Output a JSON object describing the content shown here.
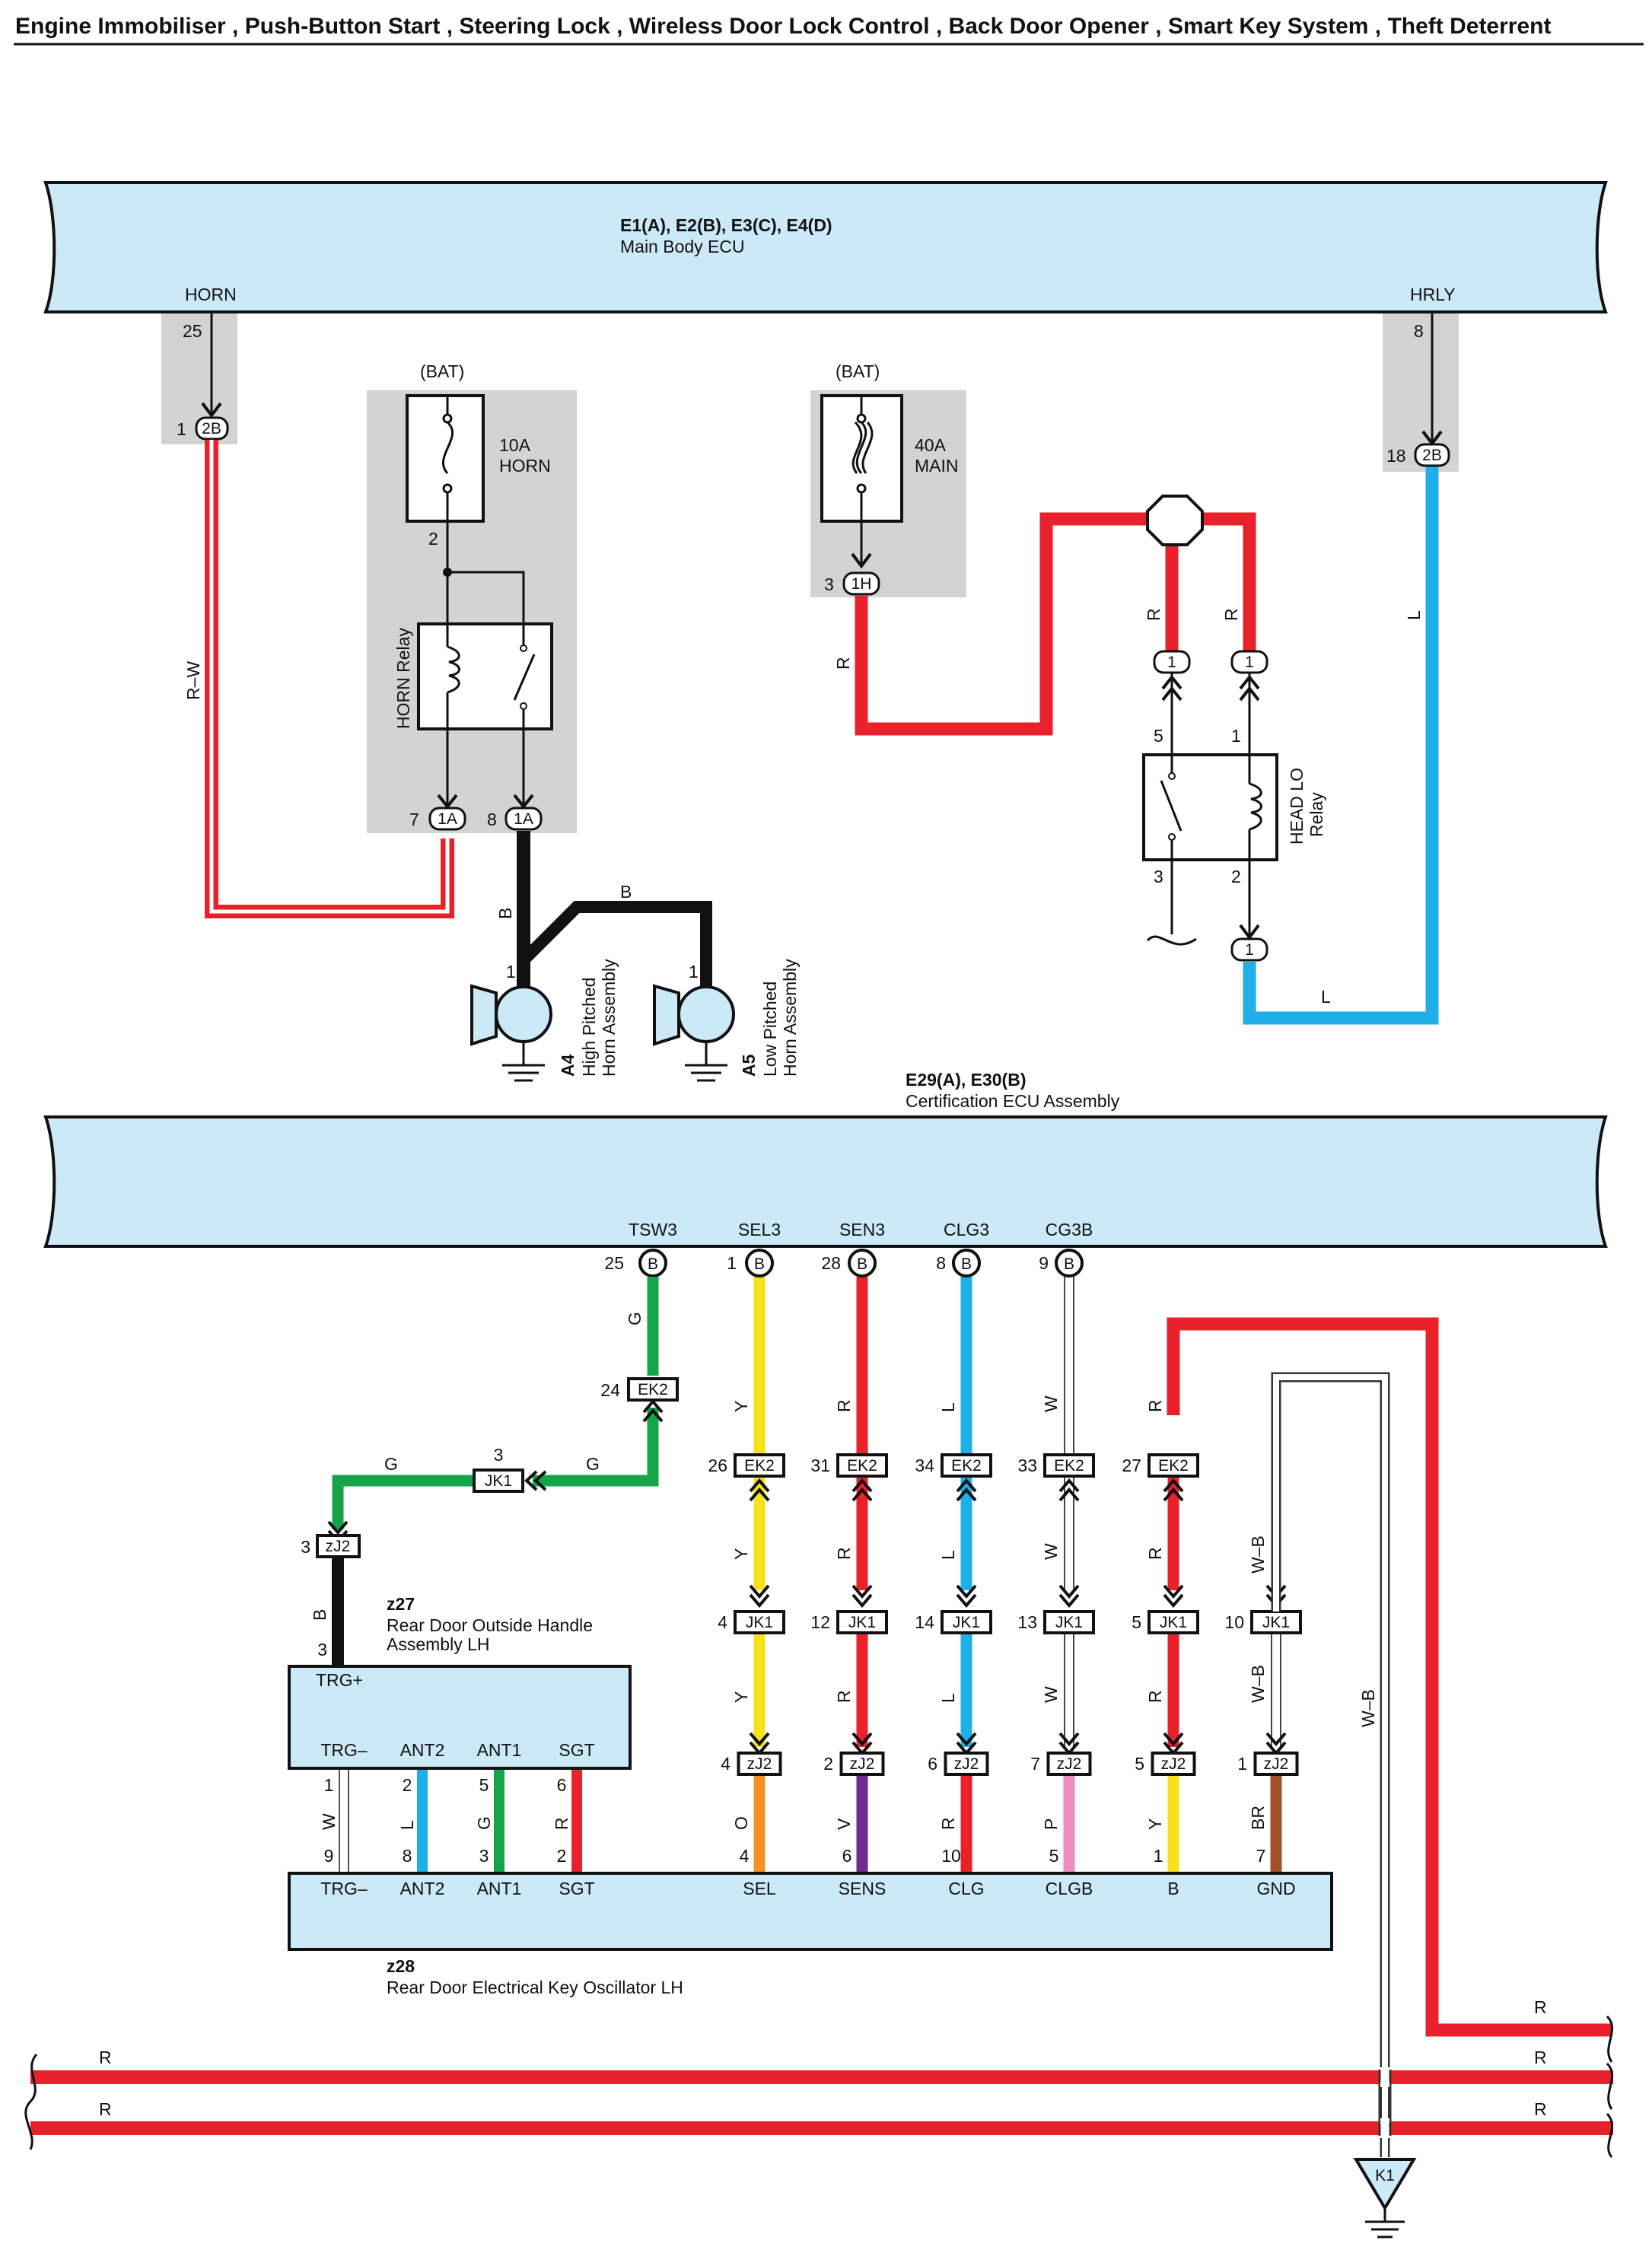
{
  "title": "Engine Immobiliser , Push-Button Start , Steering Lock , Wireless Door Lock Control , Back Door Opener , Smart Key System , Theft Deterrent",
  "colors": {
    "R": "#e8212b",
    "L": "#1eaee8",
    "G": "#14a54a",
    "Y": "#f5e21c",
    "B": "#111111",
    "W": "#ffffff",
    "O": "#f39323",
    "V": "#6b2b8f",
    "P": "#ee8cc0",
    "BR": "#a0522d",
    "ecu_fill": "#cbe9f7",
    "shade": "#d3d3d3"
  },
  "main_body_ecu": {
    "code": "E1(A), E2(B), E3(C), E4(D)",
    "name": "Main Body ECU",
    "terminal_horn": "HORN",
    "terminal_hrly": "HRLY"
  },
  "horn_circuit": {
    "pin_horn": "25",
    "conn_horn": "2B",
    "conn_horn_pin": "1",
    "wire_rw": "R–W",
    "bat": "(BAT)",
    "fuse_rating": "10A",
    "fuse_name": "HORN",
    "fuse_pin": "2",
    "relay_name": "HORN Relay",
    "conn_1a": "1A",
    "conn_1a_pin7": "7",
    "conn_1a_pin8": "8",
    "wire_b": "B",
    "wire_b2": "B",
    "horn_pin_a4": "1",
    "horn_pin_a5": "1",
    "a4_code": "A4",
    "a4_name1": "High Pitched",
    "a4_name2": "Horn Assembly",
    "a5_code": "A5",
    "a5_name1": "Low Pitched",
    "a5_name2": "Horn Assembly"
  },
  "main_circuit": {
    "bat": "(BAT)",
    "fuse_rating": "40A",
    "fuse_name": "MAIN",
    "conn_1h": "1H",
    "conn_1h_pin": "3",
    "wire_r1": "R",
    "wire_r2": "R",
    "wire_r3": "R",
    "conn_1": "1",
    "relay_name1": "HEAD LO",
    "relay_name2": "Relay",
    "relay_pin5": "5",
    "relay_pin1": "1",
    "relay_pin3": "3",
    "relay_pin2": "2",
    "pin_hrly": "8",
    "conn_hrly": "2B",
    "conn_hrly_pin": "18",
    "wire_l1": "L",
    "wire_l2": "L"
  },
  "cert_ecu": {
    "code": "E29(A), E30(B)",
    "name": "Certification ECU Assembly",
    "terminals": [
      "TSW3",
      "SEL3",
      "SEN3",
      "CLG3",
      "CG3B"
    ],
    "pins": [
      "25",
      "1",
      "28",
      "8",
      "9"
    ],
    "conn": "B"
  },
  "columns": [
    {
      "ek2_pin": "26",
      "wire1": "Y",
      "jk1_pin": "4",
      "wire2": "Y",
      "wire3": "Y",
      "zj2_pin": "4",
      "wire4": "O",
      "z28_pin": "4",
      "term": "SEL"
    },
    {
      "ek2_pin": "31",
      "wire1": "R",
      "jk1_pin": "12",
      "wire2": "R",
      "wire3": "R",
      "zj2_pin": "2",
      "wire4": "V",
      "z28_pin": "6",
      "term": "SENS"
    },
    {
      "ek2_pin": "34",
      "wire1": "L",
      "jk1_pin": "14",
      "wire2": "L",
      "wire3": "L",
      "zj2_pin": "6",
      "wire4": "R",
      "z28_pin": "10",
      "term": "CLG"
    },
    {
      "ek2_pin": "33",
      "wire1": "W",
      "jk1_pin": "13",
      "wire2": "W",
      "wire3": "W",
      "zj2_pin": "7",
      "wire4": "P",
      "z28_pin": "5",
      "term": "CLGB"
    },
    {
      "ek2_pin": "27",
      "wire1": "R",
      "jk1_pin": "5",
      "wire2": "R",
      "wire3": "R",
      "zj2_pin": "5",
      "wire4": "Y",
      "z28_pin": "1",
      "term": "B"
    },
    {
      "jk1_pin": "10",
      "wire2": "W–B",
      "wire3": "W–B",
      "zj2_pin": "1",
      "wire4": "BR",
      "z28_pin": "7",
      "term": "GND"
    }
  ],
  "connectors": {
    "ek2": "EK2",
    "jk1": "JK1",
    "zj2": "zJ2"
  },
  "tsw_branch": {
    "ek2_pin": "24",
    "wire_g1": "G",
    "wire_g2": "G",
    "wire_g3": "G",
    "jk1_pin": "3",
    "zj2_pin": "3",
    "wire_b": "B",
    "z27_pin": "3"
  },
  "z27": {
    "code": "z27",
    "name1": "Rear Door Outside Handle",
    "name2": "Assembly LH",
    "terminals_top": [
      "TRG+"
    ],
    "terminals_bottom": [
      "TRG–",
      "ANT2",
      "ANT1",
      "SGT"
    ],
    "pins": [
      "1",
      "2",
      "5",
      "6"
    ],
    "wires": [
      "W",
      "L",
      "G",
      "R"
    ]
  },
  "z28": {
    "code": "z28",
    "name": "Rear Door Electrical Key Oscillator LH",
    "terminals": [
      "TRG–",
      "ANT2",
      "ANT1",
      "SGT"
    ],
    "pins": [
      "9",
      "8",
      "3",
      "2"
    ]
  },
  "right_side": {
    "wire_wb": "W–B",
    "ground": "K1"
  },
  "bus_lines": {
    "top_r": "R",
    "line1_left": "R",
    "line1_right": "R",
    "line2_left": "R",
    "line2_right": "R"
  }
}
